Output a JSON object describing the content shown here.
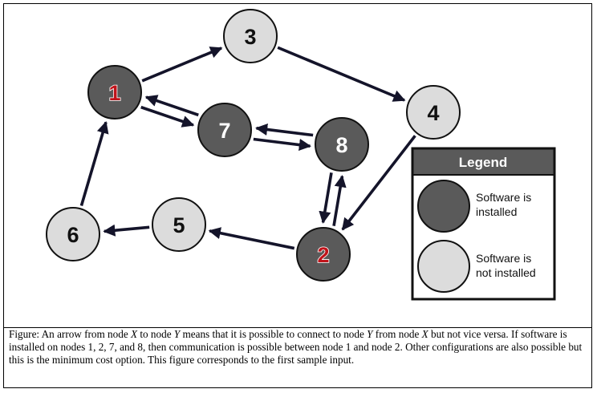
{
  "colors": {
    "installed_fill": "#5a5a5a",
    "not_installed_fill": "#dcdcdc",
    "stroke": "#111111",
    "red_label": "#c0141b",
    "arrow": "#14142a"
  },
  "nodes": [
    {
      "id": "1",
      "label": "1",
      "installed": true,
      "red": true
    },
    {
      "id": "2",
      "label": "2",
      "installed": true,
      "red": true
    },
    {
      "id": "3",
      "label": "3",
      "installed": false,
      "red": false
    },
    {
      "id": "4",
      "label": "4",
      "installed": false,
      "red": false
    },
    {
      "id": "5",
      "label": "5",
      "installed": false,
      "red": false
    },
    {
      "id": "6",
      "label": "6",
      "installed": false,
      "red": false
    },
    {
      "id": "7",
      "label": "7",
      "installed": true,
      "red": false
    },
    {
      "id": "8",
      "label": "8",
      "installed": true,
      "red": false
    }
  ],
  "edges": [
    {
      "from": "1",
      "to": "3"
    },
    {
      "from": "3",
      "to": "4"
    },
    {
      "from": "4",
      "to": "2"
    },
    {
      "from": "1",
      "to": "7"
    },
    {
      "from": "7",
      "to": "1"
    },
    {
      "from": "7",
      "to": "8"
    },
    {
      "from": "8",
      "to": "7"
    },
    {
      "from": "8",
      "to": "2"
    },
    {
      "from": "2",
      "to": "8"
    },
    {
      "from": "2",
      "to": "5"
    },
    {
      "from": "5",
      "to": "6"
    },
    {
      "from": "6",
      "to": "1"
    }
  ],
  "legend": {
    "title": "Legend",
    "installed_line1": "Software is",
    "installed_line2": "installed",
    "not_installed_line1": "Software is",
    "not_installed_line2": "not installed"
  },
  "caption": {
    "p1": "Figure: An arrow from node ",
    "x1": "X",
    "p2": " to node ",
    "y1": "Y",
    "p3": " means that it is possible to connect to node ",
    "y2": "Y",
    "p4": " from node ",
    "x2": "X",
    "p5": " but not vice versa. If software is installed on nodes 1, 2, 7, and 8, then communication is possible between node 1 and node 2. Other configurations are also possible but this is the minimum cost option. This figure corresponds to the first sample input."
  }
}
